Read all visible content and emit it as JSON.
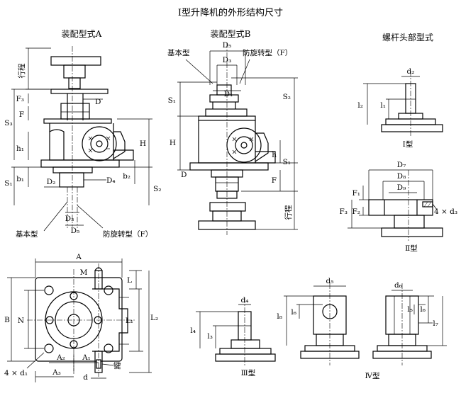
{
  "title": "I型升降机的外形结构尺寸",
  "headings": {
    "assembly_a": "装配型式A",
    "assembly_b": "装配型式B",
    "screw_head": "螺杆头部型式"
  },
  "callouts": {
    "basic_a": "基本型",
    "antirot_a": "防旋转型（F）",
    "basic_b": "基本型",
    "antirot_b": "防旋转型（F）",
    "key": "键",
    "holes_plan": "4 × d₁",
    "holes_ii": "4 × d₃"
  },
  "type_labels": {
    "type_i": "Ⅰ型",
    "type_ii": "Ⅱ型",
    "type_iii": "Ⅲ型",
    "type_iv": "Ⅳ型"
  },
  "dims": {
    "stroke": "行程",
    "a_S3": "S₃",
    "a_F3": "F₃",
    "a_F": "F",
    "a_D": "D",
    "a_h1": "h₁",
    "a_H": "H",
    "a_S1": "S₁",
    "a_b1": "b₁",
    "a_b2": "b₂",
    "a_S2": "S₂",
    "a_D2": "D₂",
    "a_D4": "D₄",
    "a_D3": "D₃",
    "a_D5": "D₅",
    "b_D5": "D₅",
    "b_D3": "D₃",
    "b_D1": "D₁",
    "b_S1top": "S₁",
    "b_S2": "S₂",
    "b_H": "H",
    "b_h": "h",
    "b_S1": "S₁",
    "b_D": "D",
    "b_F": "F",
    "b_stroke": "行程",
    "p_A": "A",
    "p_M": "M",
    "p_L": "L",
    "p_B": "B",
    "p_N": "N",
    "p_L1": "L₁",
    "p_L2": "L₂",
    "p_A1": "A₁",
    "p_A2": "A₂",
    "p_d": "d",
    "i_d2": "d₂",
    "i_l2": "l₂",
    "i_l1": "l₁",
    "ii_D7": "D₇",
    "ii_D8": "D₈",
    "ii_D9": "D₉",
    "ii_F1": "F₁",
    "ii_F2": "F₂",
    "ii_F3": "F₃",
    "iii_d4": "d₄",
    "iii_l4": "l₄",
    "iii_l3": "l₃",
    "iv_d5": "d₅",
    "iv_l8": "l₈",
    "iv_l6a": "l₆",
    "iv_d6": "d₆",
    "iv_l5": "l₅",
    "iv_l6": "l₆",
    "iv_l7": "l₇"
  }
}
